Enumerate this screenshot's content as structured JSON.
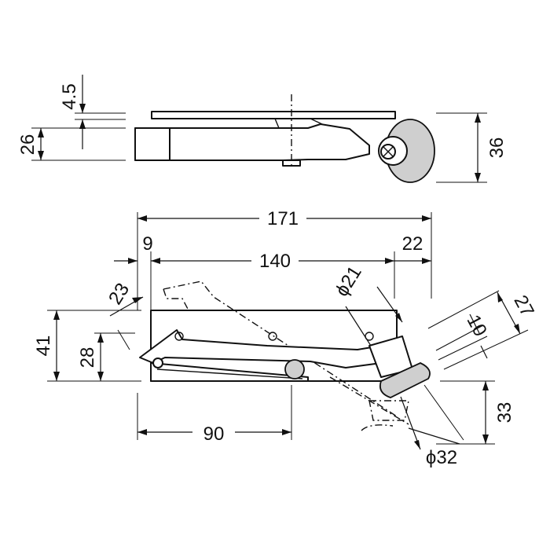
{
  "dimensions": {
    "top_gap": "4.5",
    "top_height": "26",
    "top_total": "36",
    "overall_length": "171",
    "offset_left": "9",
    "mount_length": "140",
    "offset_right": "22",
    "angle_offset": "23",
    "roller_diameter": "ϕ21",
    "roller_height": "27",
    "roller_width": "10",
    "front_height": "41",
    "inner_height": "28",
    "base_length": "90",
    "drop": "33",
    "swing_diameter": "ϕ32"
  }
}
